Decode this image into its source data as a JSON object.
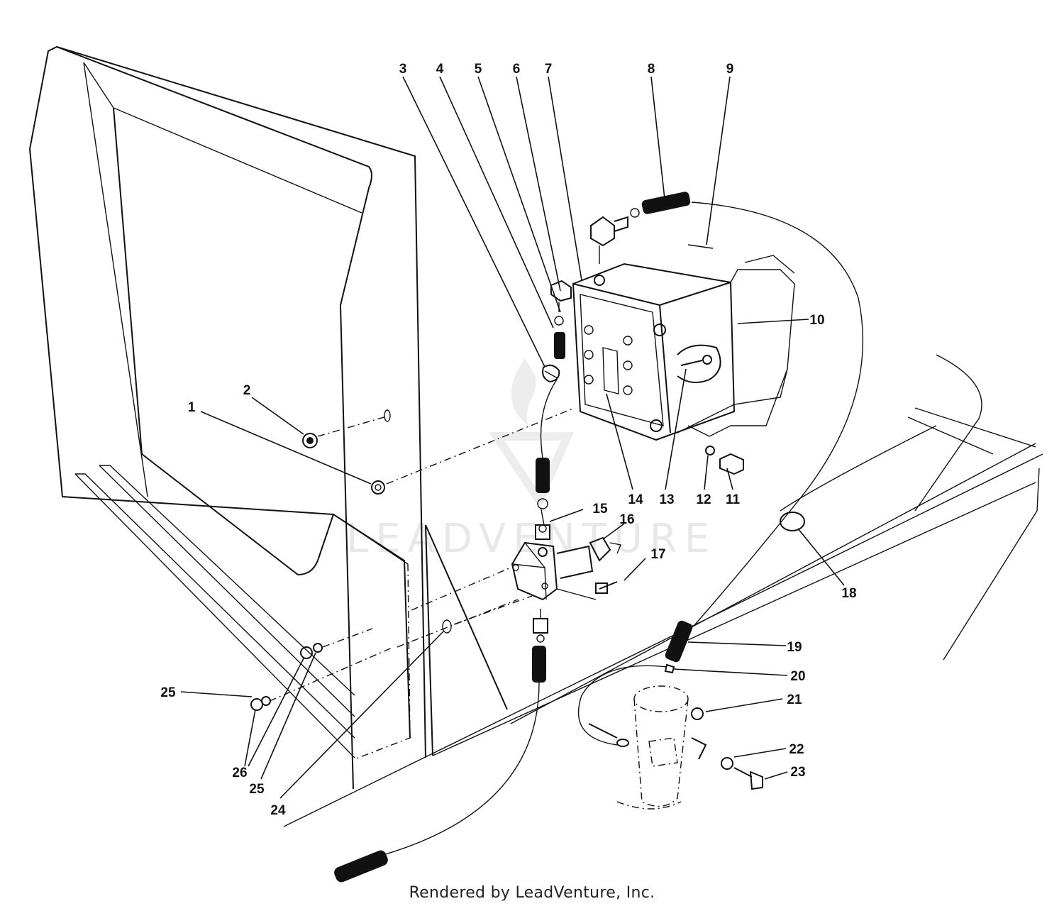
{
  "watermark": {
    "text": "LEADVENTURE"
  },
  "credit": "Rendered by LeadVenture, Inc.",
  "callouts": [
    "1",
    "2",
    "3",
    "4",
    "5",
    "6",
    "7",
    "8",
    "9",
    "10",
    "11",
    "12",
    "13",
    "14",
    "15",
    "16",
    "17",
    "18",
    "19",
    "20",
    "21",
    "22",
    "23",
    "24",
    "25",
    "26"
  ]
}
